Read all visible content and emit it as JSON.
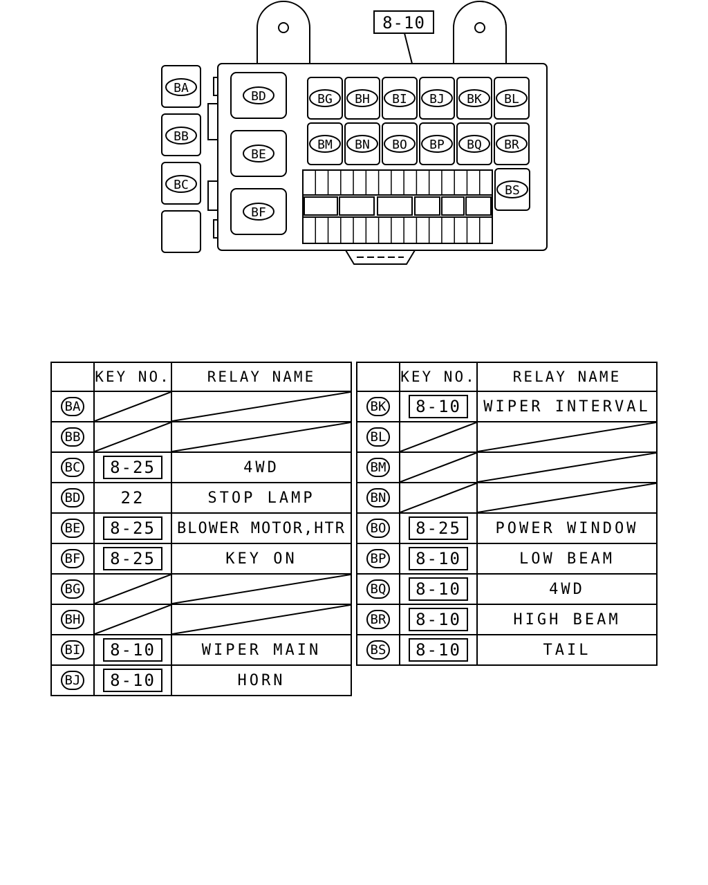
{
  "diagram": {
    "callout_key": "8-10",
    "left_slots": [
      "BA",
      "BB",
      "BC",
      ""
    ],
    "large_slots": [
      "BD",
      "BE",
      "BF"
    ],
    "top_row": [
      "BG",
      "BH",
      "BI",
      "BJ",
      "BK",
      "BL"
    ],
    "mid_row": [
      "BM",
      "BN",
      "BO",
      "BP",
      "BQ",
      "BR"
    ],
    "extra_slot": "BS"
  },
  "table": {
    "headers": {
      "key": "KEY NO.",
      "name": "RELAY NAME"
    },
    "left_rows": [
      {
        "id": "BA",
        "key": "",
        "boxed": false,
        "name": ""
      },
      {
        "id": "BB",
        "key": "",
        "boxed": false,
        "name": ""
      },
      {
        "id": "BC",
        "key": "8-25",
        "boxed": true,
        "name": "4WD"
      },
      {
        "id": "BD",
        "key": "22",
        "boxed": false,
        "name": "STOP LAMP"
      },
      {
        "id": "BE",
        "key": "8-25",
        "boxed": true,
        "name": "BLOWER MOTOR,HTR"
      },
      {
        "id": "BF",
        "key": "8-25",
        "boxed": true,
        "name": "KEY ON"
      },
      {
        "id": "BG",
        "key": "",
        "boxed": false,
        "name": ""
      },
      {
        "id": "BH",
        "key": "",
        "boxed": false,
        "name": ""
      },
      {
        "id": "BI",
        "key": "8-10",
        "boxed": true,
        "name": "WIPER MAIN"
      },
      {
        "id": "BJ",
        "key": "8-10",
        "boxed": true,
        "name": "HORN"
      }
    ],
    "right_rows": [
      {
        "id": "BK",
        "key": "8-10",
        "boxed": true,
        "name": "WIPER INTERVAL"
      },
      {
        "id": "BL",
        "key": "",
        "boxed": false,
        "name": ""
      },
      {
        "id": "BM",
        "key": "",
        "boxed": false,
        "name": ""
      },
      {
        "id": "BN",
        "key": "",
        "boxed": false,
        "name": ""
      },
      {
        "id": "BO",
        "key": "8-25",
        "boxed": true,
        "name": "POWER WINDOW"
      },
      {
        "id": "BP",
        "key": "8-10",
        "boxed": true,
        "name": "LOW BEAM"
      },
      {
        "id": "BQ",
        "key": "8-10",
        "boxed": true,
        "name": "4WD"
      },
      {
        "id": "BR",
        "key": "8-10",
        "boxed": true,
        "name": "HIGH BEAM"
      },
      {
        "id": "BS",
        "key": "8-10",
        "boxed": true,
        "name": "TAIL"
      }
    ]
  }
}
